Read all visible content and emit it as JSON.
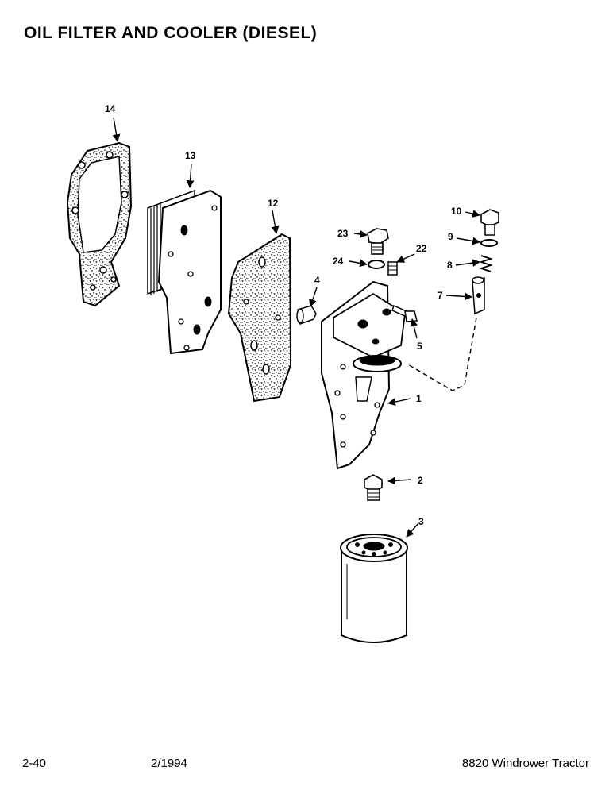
{
  "title": "OIL FILTER AND COOLER (DIESEL)",
  "footer": {
    "page": "2-40",
    "date": "2/1994",
    "model": "8820 Windrower Tractor"
  },
  "callouts": {
    "p1": "1",
    "p2": "2",
    "p3": "3",
    "p4": "4",
    "p5": "5",
    "p7": "7",
    "p8": "8",
    "p9": "9",
    "p10": "10",
    "p12": "12",
    "p13": "13",
    "p14": "14",
    "p22": "22",
    "p23": "23",
    "p24": "24"
  }
}
